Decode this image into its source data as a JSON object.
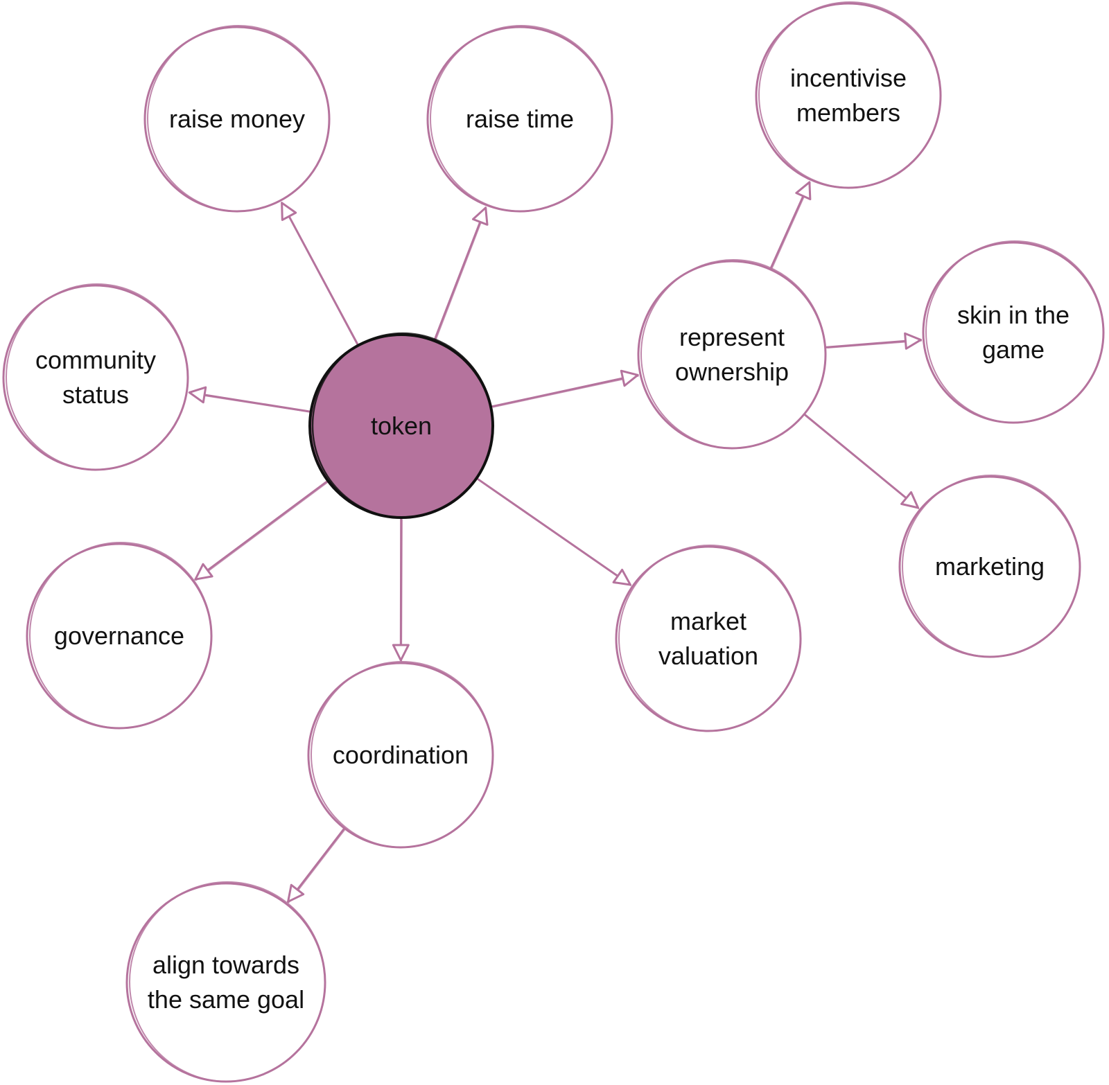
{
  "colors": {
    "accent": "#b5739d",
    "center_fill": "#b5739d",
    "center_stroke": "#111111",
    "background": "#ffffff"
  },
  "center": {
    "id": "token",
    "label": "token"
  },
  "nodes": [
    {
      "id": "raise-money",
      "label_lines": [
        "raise money"
      ]
    },
    {
      "id": "raise-time",
      "label_lines": [
        "raise time"
      ]
    },
    {
      "id": "community-status",
      "label_lines": [
        "community",
        "status"
      ]
    },
    {
      "id": "governance",
      "label_lines": [
        "governance"
      ]
    },
    {
      "id": "coordination",
      "label_lines": [
        "coordination"
      ]
    },
    {
      "id": "align-towards-the-same-goal",
      "label_lines": [
        "align towards",
        "the same goal"
      ]
    },
    {
      "id": "market-valuation",
      "label_lines": [
        "market",
        "valuation"
      ]
    },
    {
      "id": "represent-ownership",
      "label_lines": [
        "represent",
        "ownership"
      ]
    },
    {
      "id": "incentivise-members",
      "label_lines": [
        "incentivise",
        "members"
      ]
    },
    {
      "id": "skin-in-the-game",
      "label_lines": [
        "skin in the",
        "game"
      ]
    },
    {
      "id": "marketing",
      "label_lines": [
        "marketing"
      ]
    }
  ],
  "edges": [
    {
      "from": "token",
      "to": "raise-money"
    },
    {
      "from": "token",
      "to": "raise-time"
    },
    {
      "from": "token",
      "to": "community-status"
    },
    {
      "from": "token",
      "to": "governance"
    },
    {
      "from": "token",
      "to": "coordination"
    },
    {
      "from": "token",
      "to": "market-valuation"
    },
    {
      "from": "token",
      "to": "represent-ownership"
    },
    {
      "from": "coordination",
      "to": "align-towards-the-same-goal"
    },
    {
      "from": "represent-ownership",
      "to": "incentivise-members"
    },
    {
      "from": "represent-ownership",
      "to": "skin-in-the-game"
    },
    {
      "from": "represent-ownership",
      "to": "marketing"
    }
  ]
}
